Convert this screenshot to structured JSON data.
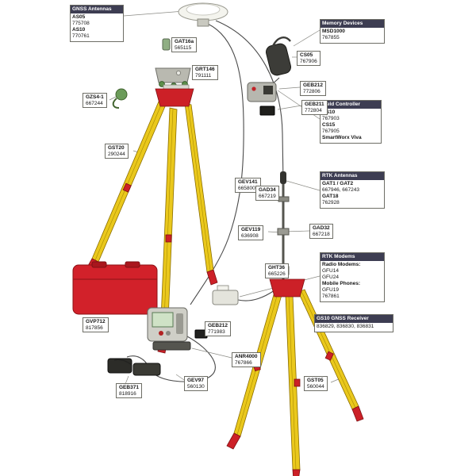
{
  "colors": {
    "tripod_yellow": "#eac81c",
    "leica_red": "#cc2027",
    "accent_green": "#5c8f4a",
    "callout_header_bg": "#3d3d52",
    "cable_gray": "#4a4a4a"
  },
  "callouts": {
    "gnss_antennas": {
      "title": "GNSS Antennas",
      "lines": [
        "AS05",
        "775708",
        "AS10",
        "770761"
      ]
    },
    "memory_devices": {
      "title": "Memory Devices",
      "lines": [
        "MSD1000",
        "767855"
      ]
    },
    "field_controller": {
      "title": "Field Controller",
      "lines": [
        "CS10",
        "767903",
        "CS15",
        "767905",
        "SmartWorx Viva"
      ]
    },
    "rtk_antennas": {
      "title": "RTK Antennas",
      "lines": [
        "GAT1 / GAT2",
        "667946, 667243",
        "GAT18",
        "762928"
      ]
    },
    "rtk_modems": {
      "title": "RTK Modems",
      "lines": [
        "Radio Modems:",
        "GFU14",
        "GFU24",
        "Mobile Phones:",
        "GFU19",
        "767861"
      ]
    },
    "gs10_receiver": {
      "title": "GS10 GNSS Receiver",
      "lines": [
        "836829, 836830, 836831"
      ]
    }
  },
  "parts": [
    {
      "name": "GAT16a",
      "number": "565115"
    },
    {
      "name": "GRT146",
      "number": "791111"
    },
    {
      "name": "GZS4-1",
      "number": "667244"
    },
    {
      "name": "GST20",
      "number": "290244"
    },
    {
      "name": "GEV141",
      "number": "665800"
    },
    {
      "name": "CS05",
      "number": "767906"
    },
    {
      "name": "GEB212",
      "number": "772806"
    },
    {
      "name": "GEB211",
      "number": "772804"
    },
    {
      "name": "GAD34",
      "number": "667219"
    },
    {
      "name": "GAD32",
      "number": "667218"
    },
    {
      "name": "GEV119",
      "number": "636908"
    },
    {
      "name": "GHT36",
      "number": "665226"
    },
    {
      "name": "GVP712",
      "number": "817856"
    },
    {
      "name": "GEB212",
      "number": "771983"
    },
    {
      "name": "ANR4000",
      "number": "767866"
    },
    {
      "name": "GEV97",
      "number": "560130"
    },
    {
      "name": "GEB371",
      "number": "818916"
    },
    {
      "name": "GST05",
      "number": "560044"
    }
  ]
}
